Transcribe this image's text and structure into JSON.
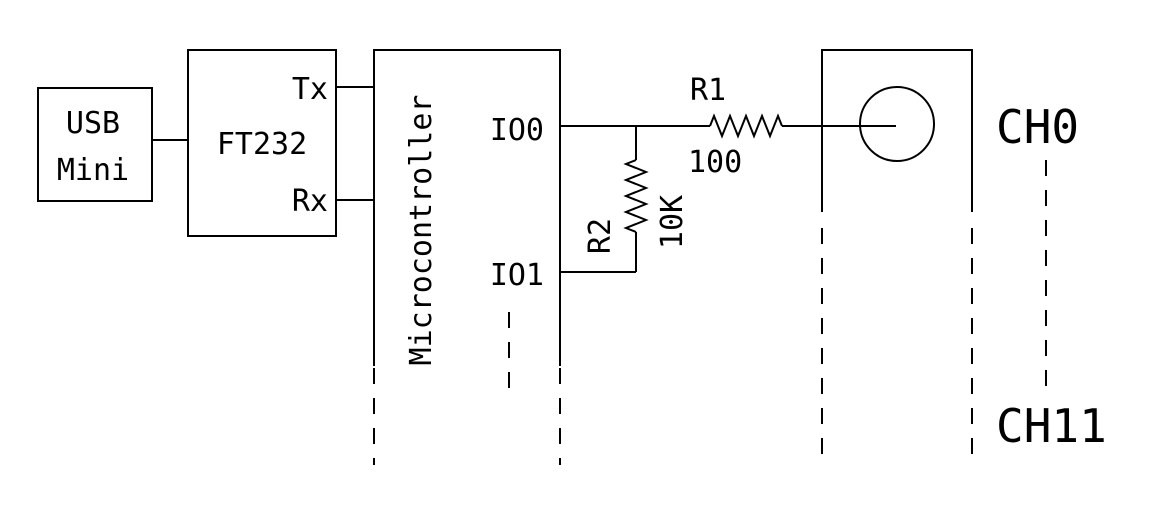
{
  "usb": {
    "line1": "USB",
    "line2": "Mini"
  },
  "ft232": {
    "name": "FT232",
    "tx": "Tx",
    "rx": "Rx"
  },
  "mcu": {
    "name": "Microcontroller",
    "io0": "IO0",
    "io1": "IO1"
  },
  "r1": {
    "ref": "R1",
    "value": "100"
  },
  "r2": {
    "ref": "R2",
    "value": "10K"
  },
  "channels": {
    "first": "CH0",
    "last": "CH11"
  }
}
